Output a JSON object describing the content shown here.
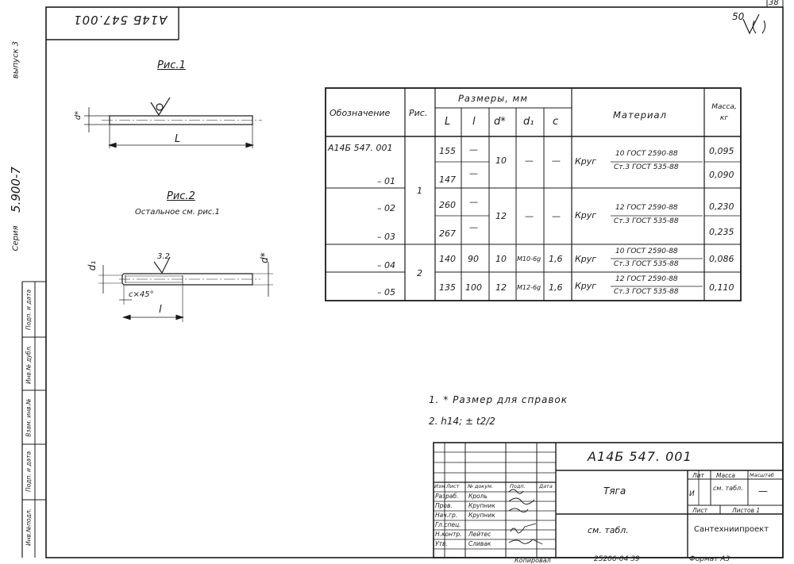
{
  "sheet": {
    "sheet_number": "38",
    "doc_code_stamp": "А14Б 547.001",
    "roughness_general": "50",
    "left_margin": {
      "issue": "выпуск 3",
      "series_code": "5.900-7",
      "series_label": "Серия"
    },
    "side_stamp": [
      "Инв.№подл.",
      "Подп. и дата",
      "Взам. инв.№",
      "Инв.№ дубл.",
      "Подп. и дата"
    ]
  },
  "fig1": {
    "title": "Рис.1",
    "dim_d": "d*",
    "dim_L": "L"
  },
  "fig2": {
    "title": "Рис.2",
    "subtitle": "Остальное см. рис.1",
    "roughness": "3.2",
    "dim_d1": "d₁",
    "dim_d": "d*",
    "chamfer": "c×45°",
    "dim_l": "l"
  },
  "table": {
    "header": {
      "designation": "Обозначение",
      "fig": "Рис.",
      "sizes": "Размеры, мм",
      "L": "L",
      "l": "l",
      "d": "d*",
      "d1": "d₁",
      "c": "c",
      "material": "Материал",
      "mass": "Масса, кг"
    },
    "dash": "—",
    "rows": [
      {
        "designation": "А14Б 547. 001",
        "L": "155",
        "l": "—",
        "mass": "0,095"
      },
      {
        "designation": "– 01",
        "L": "147",
        "l": "—",
        "mass": "0,090"
      },
      {
        "designation": "– 02",
        "L": "260",
        "l": "—",
        "mass": "0,230"
      },
      {
        "designation": "– 03",
        "L": "267",
        "l": "—",
        "mass": "0,235"
      },
      {
        "designation": "– 04",
        "L": "140",
        "l": "90",
        "d": "10",
        "d1": "М10-6g",
        "c": "1,6",
        "mass": "0,086"
      },
      {
        "designation": "– 05",
        "L": "135",
        "l": "100",
        "d": "12",
        "d1": "М12-6g",
        "c": "1,6",
        "mass": "0,110"
      }
    ],
    "fig_groups": [
      "1",
      "2"
    ],
    "d_groups": [
      "10",
      "12"
    ],
    "materials": [
      {
        "word": "Круг",
        "top": "10 ГОСТ 2590-88",
        "bottom": "Ст.3 ГОСТ 535-88"
      },
      {
        "word": "Круг",
        "top": "12 ГОСТ 2590-88",
        "bottom": "Ст.3 ГОСТ 535-88"
      },
      {
        "word": "Круг",
        "top": "10 ГОСТ 2590-88",
        "bottom": "Ст.3 ГОСТ 535-88"
      },
      {
        "word": "Круг",
        "top": "12 ГОСТ 2590-88",
        "bottom": "Ст.3 ГОСТ 535-88"
      }
    ]
  },
  "notes": [
    "1. * Размер для справок",
    "2. h14; ± t2/2"
  ],
  "title_block": {
    "code": "А14Б 547. 001",
    "name": "Тяга",
    "lit_label": "Лит",
    "mass_label": "Масса",
    "scale_label": "Масштаб",
    "lit_value": "И",
    "mass_value": "см. табл.",
    "scale_value": "—",
    "sheet_label": "Лист",
    "sheets_label": "Листов 1",
    "material_ref": "см. табл.",
    "org": "Сантехниипроект",
    "col_headers": [
      "Изм",
      "Лист",
      "№ докум.",
      "Подп.",
      "Дата"
    ],
    "staff": [
      {
        "role": "Разраб.",
        "name": "Кроль"
      },
      {
        "role": "Пров.",
        "name": "Крупник"
      },
      {
        "role": "Нач.гр.",
        "name": "Крупник"
      },
      {
        "role": "Гл.спец.",
        "name": ""
      },
      {
        "role": "Н.контр.",
        "name": "Лейтес"
      },
      {
        "role": "Утв.",
        "name": "Сливак"
      }
    ]
  },
  "footer": {
    "copied": "Копировал",
    "archive": "25206-04  39",
    "format": "Формат А3"
  }
}
